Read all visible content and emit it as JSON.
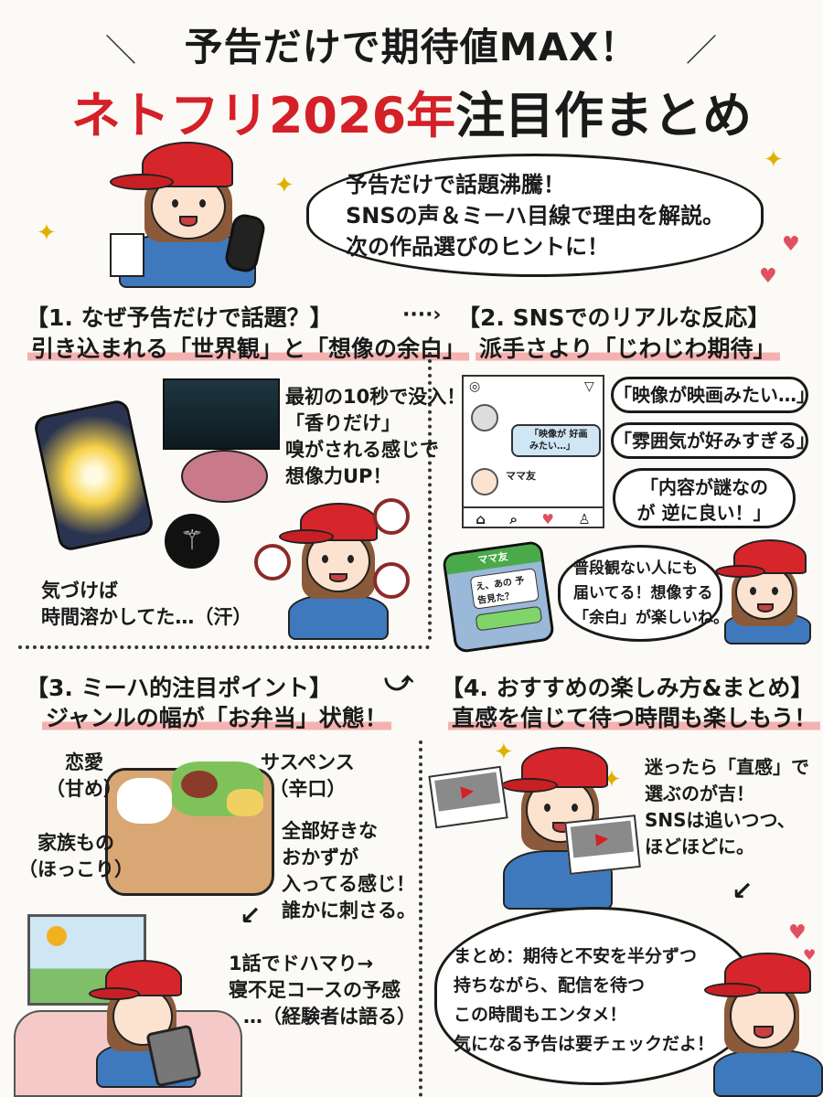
{
  "header": {
    "line1": "予告だけで期待値MAX！",
    "line2_red": "ネトフリ2026年",
    "line2_black": "注目作まとめ"
  },
  "intro_bubble": {
    "lines": [
      "予告だけで話題沸騰！",
      "SNSの声＆ミーハ目線で理由を解説。",
      "次の作品選びのヒントに！"
    ]
  },
  "section1": {
    "heading": "【1. なぜ予告だけで話題？】",
    "subheading": "引き込まれる「世界観」と「想像の余白」",
    "text": [
      "最初の10秒で没入！",
      "「香りだけ」",
      "嗅がされる感じで",
      "想像力UP！"
    ],
    "caption": [
      "気づけば",
      "時間溶かしてた…（汗）"
    ]
  },
  "arrow1": "····›",
  "section2": {
    "heading": "【2. SNSでのリアルな反応】",
    "subheading": "派手さより「じわじわ期待」",
    "sns_post_quote": "「映像が 好画みたい…」",
    "sns_user": "ママ友",
    "reactions": [
      "「映像が映画みたい…」",
      "「雰囲気が好みすぎる」",
      "「内容が謎なのが 逆に良い！」"
    ],
    "chat": {
      "title": "ママ友",
      "message": "え、あの 予告見た？"
    },
    "bubble": [
      "普段観ない人にも",
      "届いてる！想像する",
      "「余白」が楽しいね。"
    ]
  },
  "section3": {
    "heading": "【3. ミーハ的注目ポイント】",
    "subheading": "ジャンルの幅が「お弁当」状態！",
    "labels": {
      "romance": [
        "恋愛",
        "（甘め）"
      ],
      "suspense": [
        "サスペンス",
        "（辛口）"
      ],
      "family": [
        "家族もの",
        "（ほっこり）"
      ]
    },
    "text": [
      "全部好きな",
      "おかずが",
      "入ってる感じ！",
      "誰かに刺さる。"
    ],
    "caption": [
      "1話でドハマり→",
      "寝不足コースの予感",
      "…（経験者は語る）"
    ]
  },
  "section4": {
    "heading": "【4. おすすめの楽しみ方&まとめ】",
    "subheading": "直感を信じて待つ時間も楽しもう！",
    "text": [
      "迷ったら「直感」で",
      "選ぶのが吉！",
      "SNSは追いつつ、",
      "ほどほどに。"
    ],
    "summary": [
      "まとめ：期待と不安を半分ずつ",
      "持ちながら、配信を待つ",
      "この時間もエンタメ！",
      "気になる予告は要チェックだよ！"
    ]
  },
  "colors": {
    "accent_red": "#d42027",
    "cap_red": "#d7262b",
    "hoodie_blue": "#3f79bd",
    "highlight_pink": "#f3b2b0"
  }
}
